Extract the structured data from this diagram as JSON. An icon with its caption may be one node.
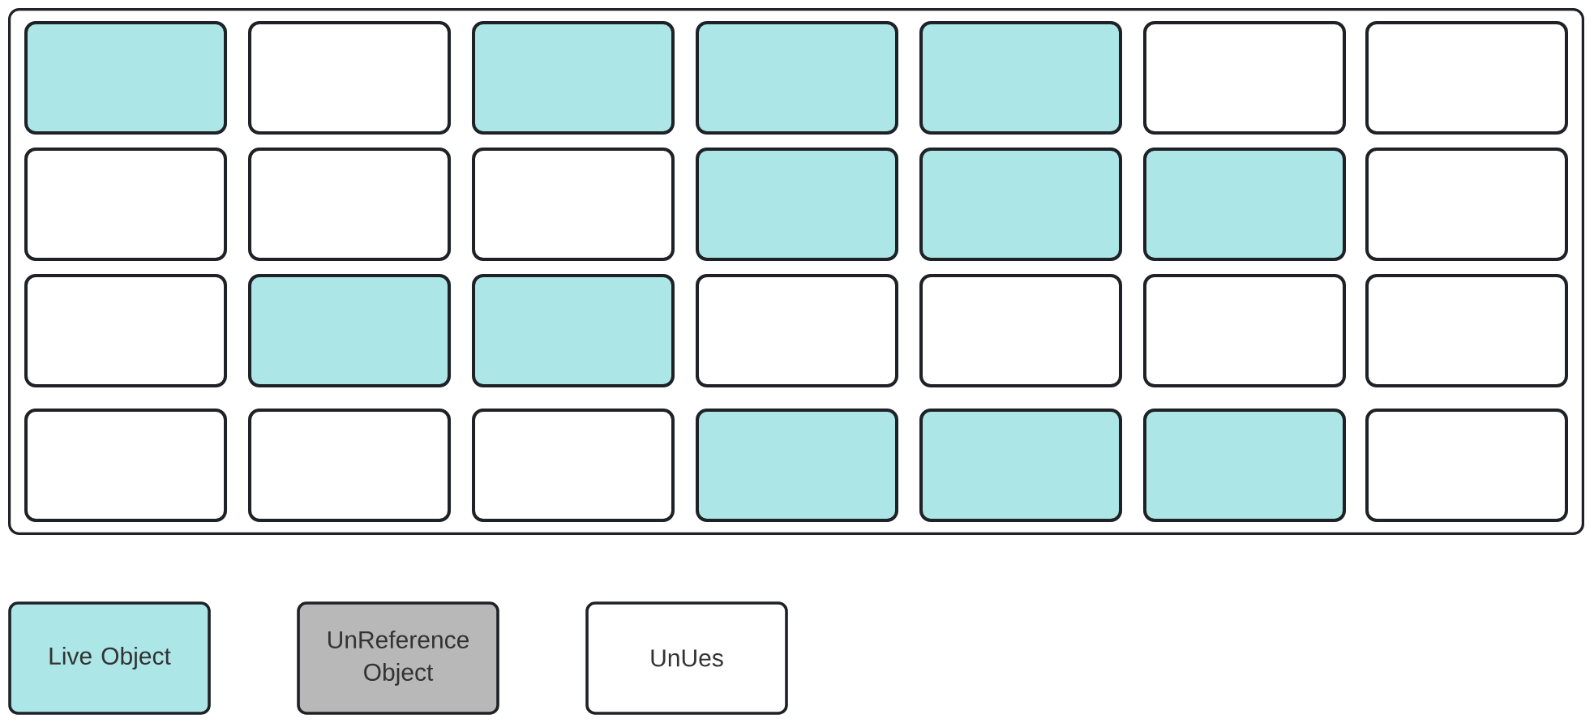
{
  "diagram": {
    "nodes": [
      {
        "text": [],
        "shape": "box"
      },
      {
        "text": [],
        "shape": "box",
        "in": 0
      },
      {
        "text": [],
        "shape": "box",
        "in": 0
      },
      {
        "text": [],
        "shape": "box",
        "in": 0
      },
      {
        "text": [],
        "shape": "box",
        "in": 0
      },
      {
        "text": [],
        "shape": "box",
        "in": 0
      },
      {
        "text": [],
        "shape": "box",
        "in": 0
      },
      {
        "text": [],
        "shape": "box",
        "in": 0
      },
      {
        "text": [],
        "shape": "box",
        "in": 0
      },
      {
        "text": [],
        "shape": "box",
        "in": 0
      },
      {
        "text": [],
        "shape": "box",
        "in": 0
      },
      {
        "text": [],
        "shape": "box",
        "in": 0
      },
      {
        "text": [],
        "shape": "box",
        "in": 0
      },
      {
        "text": [],
        "shape": "box",
        "in": 0
      },
      {
        "text": [],
        "shape": "box",
        "in": 0
      },
      {
        "text": [],
        "shape": "box",
        "in": 0
      },
      {
        "text": [],
        "shape": "box",
        "in": 0
      },
      {
        "text": [],
        "shape": "box",
        "in": 0
      },
      {
        "text": [],
        "shape": "box",
        "in": 0
      },
      {
        "text": [],
        "shape": "box",
        "in": 0
      },
      {
        "text": [],
        "shape": "box",
        "in": 0
      },
      {
        "text": [],
        "shape": "box",
        "in": 0
      },
      {
        "text": [],
        "shape": "box",
        "in": 0
      },
      {
        "text": [],
        "shape": "box",
        "in": 0
      },
      {
        "text": [],
        "shape": "box",
        "in": 0
      },
      {
        "text": [],
        "shape": "box",
        "in": 0
      },
      {
        "text": [],
        "shape": "box",
        "in": 0
      },
      {
        "text": [],
        "shape": "box",
        "in": 0
      },
      {
        "text": [],
        "shape": "box",
        "in": 0
      }
    ],
    "legend": [
      {
        "text": "Live Object",
        "color": "#ace6e7"
      },
      {
        "text": "UnReference Object",
        "color": "#b8b8b8"
      },
      {
        "text": "UnUes"
      }
    ]
  }
}
